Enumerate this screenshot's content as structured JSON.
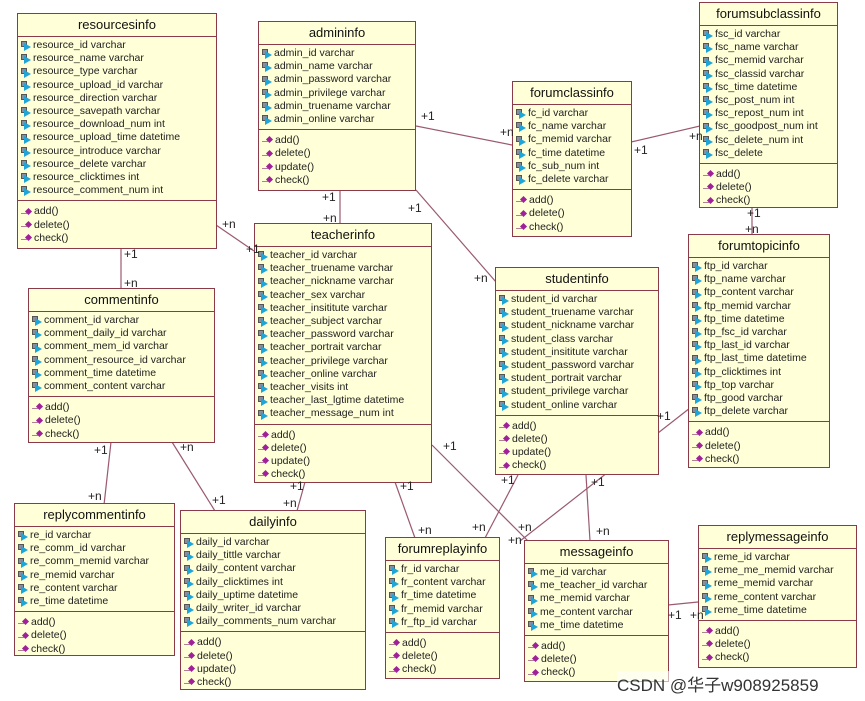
{
  "diagram": {
    "watermark": "CSDN @华子w908925859",
    "classes": {
      "resourcesinfo": {
        "title": "resourcesinfo",
        "attributes": [
          "resource_id varchar",
          "resource_name varchar",
          "resource_type varchar",
          "resource_upload_id varchar",
          "resource_direction varchar",
          "resource_savepath varchar",
          "resource_download_num  int",
          "resource_upload_time datetime",
          "resource_introduce varchar",
          "resource_delete varchar",
          "resource_clicktimes int",
          "resource_comment_num int"
        ],
        "operations": [
          "add()",
          "delete()",
          "check()"
        ]
      },
      "admininfo": {
        "title": "admininfo",
        "attributes": [
          "admin_id varchar",
          "admin_name varchar",
          "admin_password varchar",
          "admin_privilege varchar",
          "admin_truename varchar",
          "admin_online varchar"
        ],
        "operations": [
          "add()",
          "delete()",
          "update()",
          "check()"
        ]
      },
      "forumclassinfo": {
        "title": "forumclassinfo",
        "attributes": [
          "fc_id varchar",
          "fc_name varchar",
          "fc_memid varchar",
          "fc_time datetime",
          "fc_sub_num int",
          "fc_delete varchar"
        ],
        "operations": [
          "add()",
          "delete()",
          "check()"
        ]
      },
      "forumsubclassinfo": {
        "title": "forumsubclassinfo",
        "attributes": [
          "fsc_id varchar",
          "fsc_name varchar",
          "fsc_memid varchar",
          "fsc_classid varchar",
          "fsc_time datetime",
          "fsc_post_num int",
          "fsc_repost_num int",
          "fsc_goodpost_num int",
          "fsc_delete_num int",
          "fsc_delete"
        ],
        "operations": [
          "add()",
          "delete()",
          "check()"
        ]
      },
      "commentinfo": {
        "title": "commentinfo",
        "attributes": [
          "comment_id varchar",
          "comment_daily_id varchar",
          "comment_mem_id varchar",
          "comment_resource_id varchar",
          "comment_time datetime",
          "comment_content varchar"
        ],
        "operations": [
          "add()",
          "delete()",
          "check()"
        ]
      },
      "teacherinfo": {
        "title": "teacherinfo",
        "attributes": [
          "teacher_id varchar",
          "teacher_truename varchar",
          "teacher_nickname varchar",
          "teacher_sex varchar",
          "teacher_insititute varchar",
          "teacher_subject varchar",
          "teacher_password varchar",
          "teacher_portrait varchar",
          "teacher_privilege varchar",
          "teacher_online varchar",
          "teacher_visits int",
          "teacher_last_lgtime datetime",
          "teacher_message_num int"
        ],
        "operations": [
          "add()",
          "delete()",
          "update()",
          "check()"
        ]
      },
      "studentinfo": {
        "title": "studentinfo",
        "attributes": [
          "student_id varchar",
          "student_truename varchar",
          "student_nickname varchar",
          "student_class varchar",
          "student_insititute varchar",
          "student_password varchar",
          "student_portrait varchar",
          "student_privilege varchar",
          "student_online varchar"
        ],
        "operations": [
          "add()",
          "delete()",
          "update()",
          "check()"
        ]
      },
      "forumtopicinfo": {
        "title": "forumtopicinfo",
        "attributes": [
          "ftp_id varchar",
          "ftp_name varchar",
          "ftp_content varchar",
          "ftp_memid varchar",
          "ftp_time datetime",
          "ftp_fsc_id varchar",
          "ftp_last_id varchar",
          "ftp_last_time datetime",
          "ftp_clicktimes int",
          "ftp_top varchar",
          "ftp_good varchar",
          "ftp_delete varchar"
        ],
        "operations": [
          "add()",
          "delete()",
          "check()"
        ]
      },
      "replycommentinfo": {
        "title": "replycommentinfo",
        "attributes": [
          "re_id varchar",
          "re_comm_id varchar",
          "re_comm_memid varchar",
          "re_memid varchar",
          "re_content varchar",
          "re_time datetime"
        ],
        "operations": [
          "add()",
          "delete()",
          "check()"
        ]
      },
      "dailyinfo": {
        "title": "dailyinfo",
        "attributes": [
          "daily_id varchar",
          "daily_tittle varchar",
          "daily_content varchar",
          "daily_clicktimes int",
          "daily_uptime datetime",
          "daily_writer_id varchar",
          "daily_comments_num varchar"
        ],
        "operations": [
          "add()",
          "delete()",
          "update()",
          "check()"
        ]
      },
      "forumreplayinfo": {
        "title": "forumreplayinfo",
        "attributes": [
          "fr_id varchar",
          "fr_content varchar",
          "fr_time datetime",
          "fr_memid varchar",
          "fr_ftp_id varchar"
        ],
        "operations": [
          "add()",
          "delete()",
          "check()"
        ]
      },
      "messageinfo": {
        "title": "messageinfo",
        "attributes": [
          "me_id varchar",
          "me_teacher_id varchar",
          "me_memid varchar",
          "me_content varchar",
          "me_time datetime"
        ],
        "operations": [
          "add()",
          "delete()",
          "check()"
        ]
      },
      "replymessageinfo": {
        "title": "replymessageinfo",
        "attributes": [
          "reme_id varchar",
          "reme_me_memid varchar",
          "reme_memid varchar",
          "reme_content varchar",
          "reme_time datetime"
        ],
        "operations": [
          "add()",
          "delete()",
          "check()"
        ]
      }
    },
    "multiplicities": [
      "+1",
      "+n",
      "+1",
      "+n",
      "+1",
      "+n",
      "+1",
      "+n",
      "+1",
      "+n",
      "+1",
      "+n",
      "+1",
      "+n",
      "+1",
      "+n",
      "+1",
      "+n",
      "+1",
      "+n",
      "+1",
      "+n",
      "+1",
      "+n",
      "+1",
      "+n",
      "+1",
      "+n",
      "+1",
      "+n"
    ],
    "associations": [
      {
        "from": "adminInfo",
        "to": "forumclassinfo",
        "from_mult": "+1",
        "to_mult": "+n"
      },
      {
        "from": "forumclassinfo",
        "to": "forumsubclassinfo",
        "from_mult": "+1",
        "to_mult": "+n"
      },
      {
        "from": "admininfo",
        "to": "teacherinfo",
        "from_mult": "+1",
        "to_mult": "+n"
      },
      {
        "from": "admininfo",
        "to": "studentinfo",
        "from_mult": "+1",
        "to_mult": "+n"
      },
      {
        "from": "resourcesinfo",
        "to": "commentinfo",
        "from_mult": "+1",
        "to_mult": "+n"
      },
      {
        "from": "teacherinfo",
        "to": "resourcesinfo",
        "from_mult": "+1",
        "to_mult": "+n"
      },
      {
        "from": "forumsubclassinfo",
        "to": "forumtopicinfo",
        "from_mult": "+1",
        "to_mult": "+n"
      },
      {
        "from": "commentinfo",
        "to": "replycommentinfo",
        "from_mult": "+1",
        "to_mult": "+n"
      },
      {
        "from": "dailyinfo",
        "to": "commentinfo",
        "from_mult": "+1",
        "to_mult": "+n"
      },
      {
        "from": "teacherinfo",
        "to": "dailyinfo",
        "from_mult": "+1",
        "to_mult": "+n"
      },
      {
        "from": "teacherinfo",
        "to": "forumreplayinfo",
        "from_mult": "+1",
        "to_mult": "+n"
      },
      {
        "from": "teacherinfo",
        "to": "messageinfo",
        "from_mult": "+1",
        "to_mult": "+n"
      },
      {
        "from": "studentinfo",
        "to": "forumreplayinfo",
        "from_mult": "+1",
        "to_mult": "+n"
      },
      {
        "from": "studentinfo",
        "to": "messageinfo",
        "from_mult": "+1",
        "to_mult": "+n"
      },
      {
        "from": "forumtopicinfo",
        "to": "forumreplayinfo",
        "from_mult": "+1",
        "to_mult": "+n"
      },
      {
        "from": "messageinfo",
        "to": "replymessageinfo",
        "from_mult": "+1",
        "to_mult": "+n"
      }
    ]
  }
}
